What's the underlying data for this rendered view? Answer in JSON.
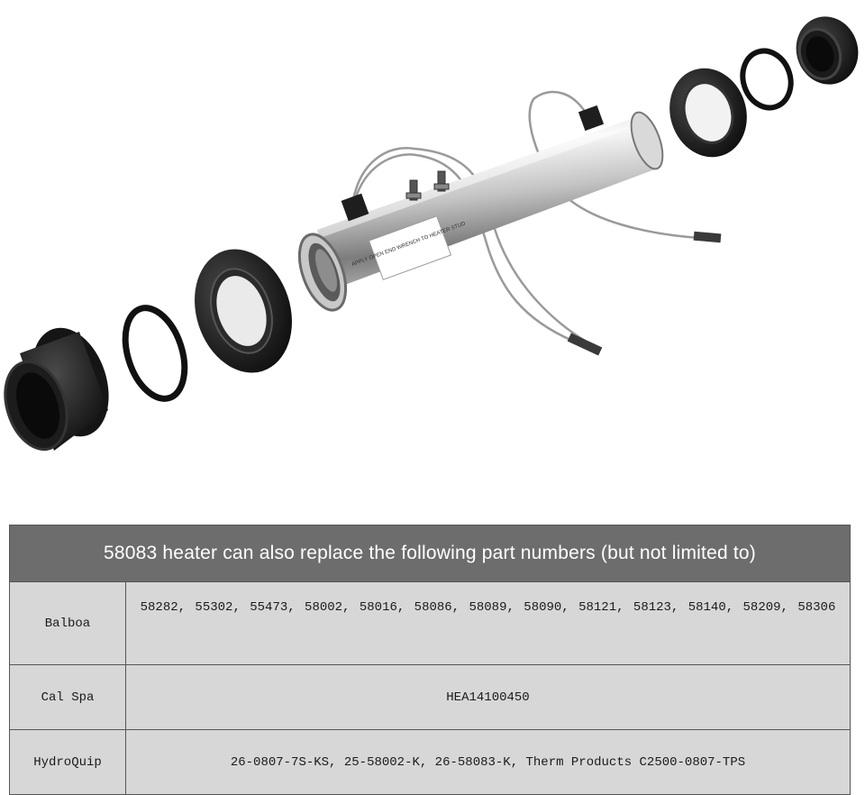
{
  "photo": {
    "label_text": "APPLY OPEN END WRENCH TO HEATER STUD"
  },
  "table": {
    "header": "58083 heater can also replace the following part numbers (but not limited to)",
    "rows": [
      {
        "brand": "Balboa",
        "parts": "58282, 55302, 55473, 58002, 58016, 58086, 58089, 58090, 58121, 58123, 58140, 58209, 58306"
      },
      {
        "brand": "Cal Spa",
        "parts": "HEA14100450"
      },
      {
        "brand": "HydroQuip",
        "parts": "26-0807-7S-KS, 25-58002-K, 26-58083-K, Therm Products C2500-0807-TPS"
      }
    ]
  },
  "colors": {
    "header_bg": "#6d6d6d",
    "cell_bg": "#d7d7d7",
    "border": "#555555"
  }
}
